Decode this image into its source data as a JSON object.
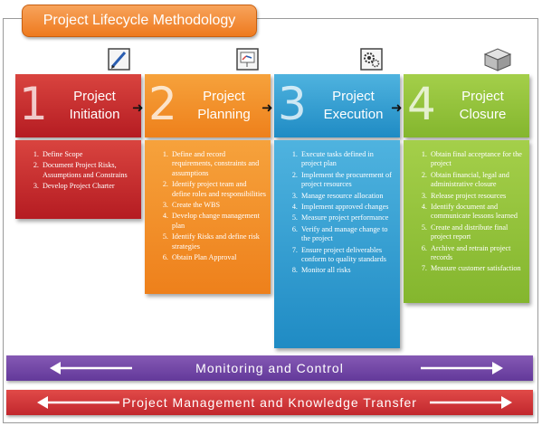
{
  "title": "Project Lifecycle Methodology",
  "phases": [
    {
      "number": "1",
      "title": "Project Initiation",
      "icon": "pen-document-icon",
      "color": "#c9302c",
      "items": [
        "Define Scope",
        "Document Project Risks, Assumptions and Constrains",
        "Develop Project Charter"
      ]
    },
    {
      "number": "2",
      "title": "Project Planning",
      "icon": "chart-presentation-icon",
      "color": "#f08a24",
      "items": [
        "Define and record requirements, constraints and assumptions",
        "Identify project team and define roles and responsibilities",
        "Create the WBS",
        "Develop change management plan",
        "Identify Risks and define risk strategies",
        "Obtain Plan Approval"
      ]
    },
    {
      "number": "3",
      "title": "Project Execution",
      "icon": "gears-icon",
      "color": "#2b9bd1",
      "items": [
        "Execute tasks defined in project plan",
        "Implement the procurement of project resources",
        "Manage resource allocation",
        "Implement approved changes",
        "Measure project performance",
        "Verify and manage change to the project",
        "Ensure project deliverables conform to quality standards",
        "Monitor all risks"
      ]
    },
    {
      "number": "4",
      "title": "Project Closure",
      "icon": "closed-box-icon",
      "color": "#94c13b",
      "items": [
        "Obtain final acceptance  for the  project",
        "Obtain financial, legal and administrative closure",
        "Release project resources",
        "Identify document and communicate lessons learned",
        "Create and distribute final project report",
        "Archive and retrain  project records",
        "Measure customer satisfaction"
      ]
    }
  ],
  "bands": {
    "monitoring": "Monitoring and Control",
    "knowledge": "Project Management and Knowledge Transfer"
  }
}
